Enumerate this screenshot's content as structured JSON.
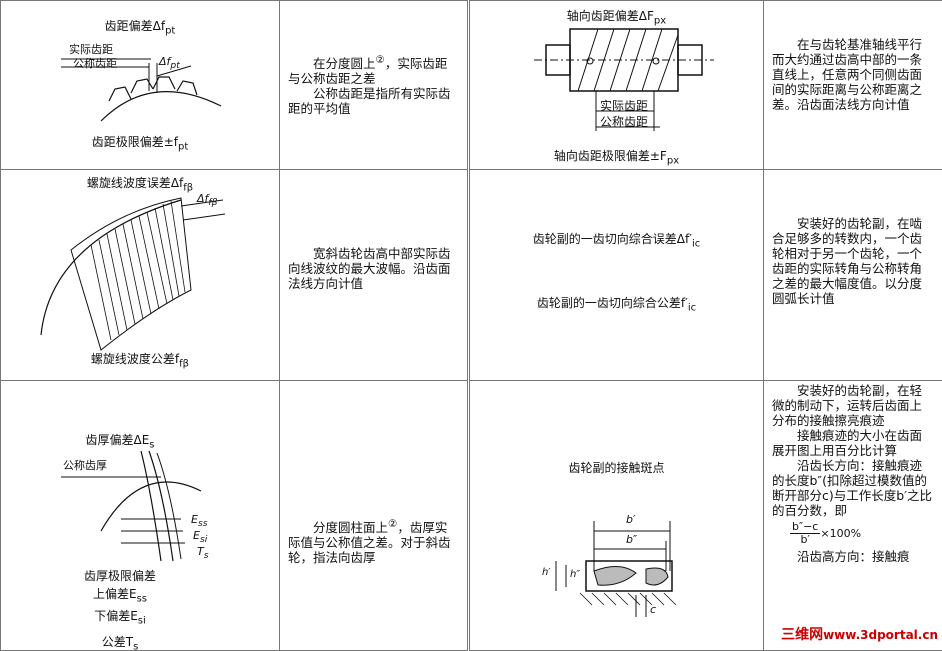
{
  "row1": {
    "left_top_label": "齿距偏差Δf",
    "left_top_sub": "pt",
    "left_fig_actual": "实际齿距",
    "left_fig_nominal": "公称齿距",
    "left_fig_delta": "Δf",
    "left_fig_delta_sub": "pt",
    "left_bottom_label": "齿距极限偏差±f",
    "left_bottom_sub": "pt",
    "left_desc_1": "在分度圆上",
    "left_desc_sup": "②",
    "left_desc_2": "，实际齿距与公称齿距之差",
    "left_desc_p2": "公称齿距是指所有实际齿距的平均值",
    "right_top_label": "轴向齿距偏差ΔF",
    "right_top_sub": "px",
    "right_fig_actual": "实际齿距",
    "right_fig_nominal": "公称齿距",
    "right_bottom_label": "轴向齿距极限偏差±F",
    "right_bottom_sub": "px",
    "right_desc": "在与齿轮基准轴线平行而大约通过齿高中部的一条直线上，任意两个同侧齿面间的实际距离与公称距离之差。沿齿面法线方向计值"
  },
  "row2": {
    "left_top_label": "螺旋线波度误差Δf",
    "left_top_sub": "fβ",
    "left_fig_delta": "Δf",
    "left_fig_delta_sub": "fβ",
    "left_bottom_label": "螺旋线波度公差f",
    "left_bottom_sub": "fβ",
    "left_desc": "宽斜齿轮齿高中部实际齿向线波纹的最大波幅。沿齿面法线方向计值",
    "mid_label_1": "齿轮副的一齿切向综合误差Δf′",
    "mid_label_1_sub": "ic",
    "mid_label_2": "齿轮副的一齿切向综合公差f′",
    "mid_label_2_sub": "ic",
    "right_desc": "安装好的齿轮副，在啮合足够多的转数内，一个齿轮相对于另一个齿轮，一个齿距的实际转角与公称转角之差的最大幅度值。以分度圆弧长计值"
  },
  "row3": {
    "left_top_label": "齿厚偏差ΔE",
    "left_top_sub": "s",
    "left_fig_nominal": "公称齿厚",
    "left_fig_ess": "E",
    "left_fig_ess_sub": "ss",
    "left_fig_esi": "E",
    "left_fig_esi_sub": "si",
    "left_fig_ts": "T",
    "left_fig_ts_sub": "s",
    "left_label_limit": "齿厚极限偏差",
    "left_label_upper": "上偏差E",
    "left_label_upper_sub": "ss",
    "left_label_lower": "下偏差E",
    "left_label_lower_sub": "si",
    "left_label_tol": "公差T",
    "left_label_tol_sub": "s",
    "left_desc_1": "分度圆柱面上",
    "left_desc_sup": "②",
    "left_desc_2": "，齿厚实际值与公称值之差。对于斜齿轮，指法向齿厚",
    "mid_label": "齿轮副的接触斑点",
    "mid_fig_b1": "b′",
    "mid_fig_b2": "b″",
    "mid_fig_h1": "h′",
    "mid_fig_h2": "h″",
    "mid_fig_c": "c",
    "right_p1": "安装好的齿轮副，在轻微的制动下，运转后齿面上分布的接触擦亮痕迹",
    "right_p2": "接触痕迹的大小在齿面展开图上用百分比计算",
    "right_p3": "沿齿长方向：接触痕迹的长度b″(扣除超过模数值的断开部分c)与工作长度b′之比的百分数，即",
    "right_formula_num": "b″−c",
    "right_formula_den": "b′",
    "right_formula_tail": "×100%",
    "right_p4": "沿齿高方向：接触痕"
  },
  "watermark": {
    "cn": "三维网",
    "url": "www.3dportal.cn"
  }
}
